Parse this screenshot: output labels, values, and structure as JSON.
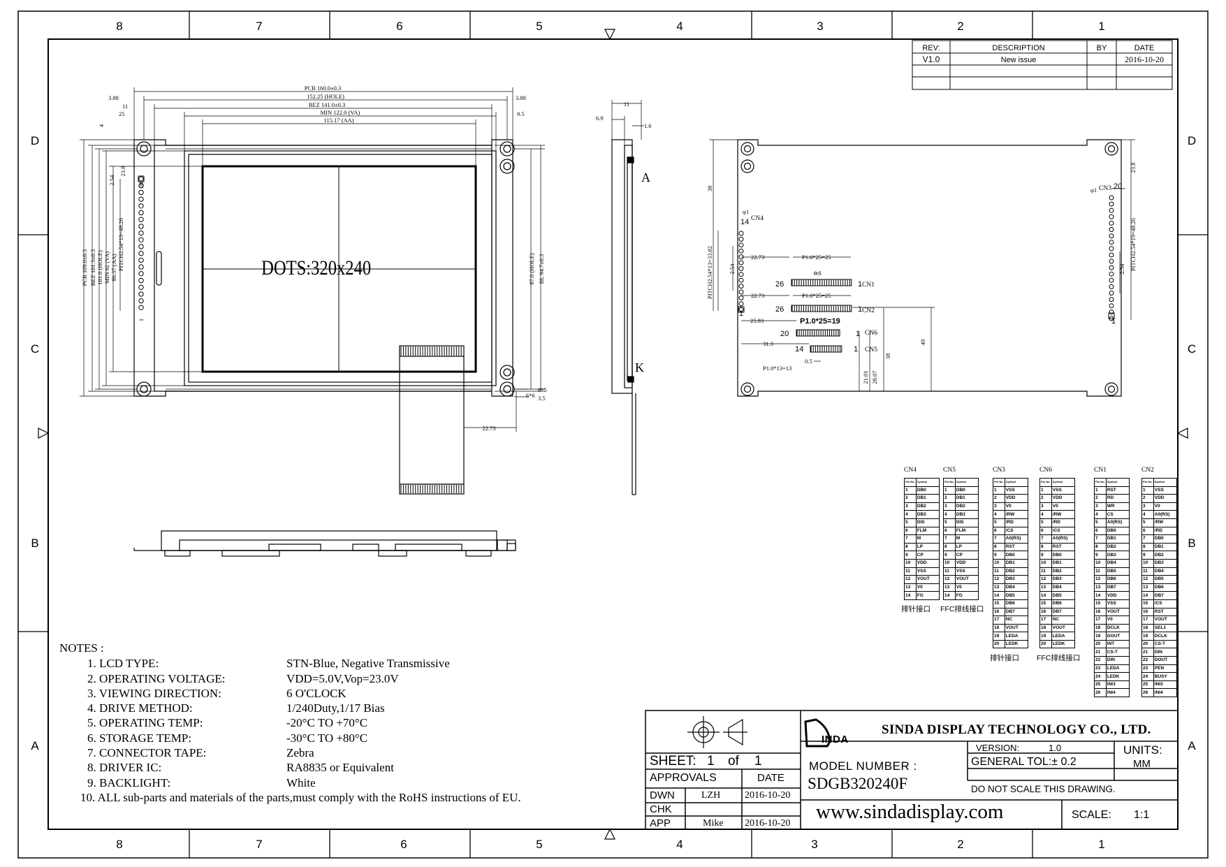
{
  "frame": {
    "cols_top": [
      "8",
      "7",
      "6",
      "5",
      "4",
      "3",
      "2",
      "1"
    ],
    "cols_bottom": [
      "8",
      "7",
      "6",
      "5",
      "4",
      "3",
      "2",
      "1"
    ],
    "rows": [
      "D",
      "C",
      "B",
      "A"
    ]
  },
  "revision": {
    "headers": [
      "REV:",
      "DESCRIPTION",
      "BY",
      "DATE"
    ],
    "rows": [
      [
        "V1.0",
        "New issue",
        "",
        "2016-10-20"
      ]
    ]
  },
  "front_view": {
    "dims_top": [
      "PCB 160.0±0.3",
      "152.25 (HOLE)",
      "BEZ 141.0±0.3",
      "MIN 122.0 (VA)",
      "115.17 (AA)"
    ],
    "dims_top_left": [
      "3.88",
      "11",
      "25"
    ],
    "dims_top_right": [
      "3.88",
      "9.5"
    ],
    "dims_left": [
      "PCB 109.0±0.3",
      "BEZ 101.3±0.3",
      "101.0 (HOLE)",
      "MIN 92 (VA)",
      "86.37 (AA)",
      "PITCH2.54*19=48.26"
    ],
    "dims_left_small": [
      "2.54",
      "23.8",
      "4",
      "1",
      "20"
    ],
    "dims_right": [
      "87.0 (HOLE)",
      "BL 94.7±0.3"
    ],
    "dims_bottom_right": [
      "6*5",
      "6*6",
      "3.5",
      "22.73"
    ],
    "dots_label": "DOTS:320x240"
  },
  "side_view": {
    "dims": [
      "11",
      "6.9",
      "1.6"
    ],
    "label_a": "A",
    "label_k": "K"
  },
  "back_view": {
    "cn3": "CN3",
    "cn4": "CN4",
    "cn1": "CN1",
    "cn2": "CN2",
    "cn6": "CN6",
    "cn5": "CN5",
    "pin_labels": [
      "20",
      "1",
      "14",
      "1",
      "26",
      "1",
      "26",
      "1",
      "20",
      "1",
      "14",
      "1"
    ],
    "dims": [
      "38",
      "23.8",
      "PITCH2.54*13=33.02",
      "2.54",
      "22.73",
      "P1.0*25=25",
      "0.5",
      "22.73",
      "P1.0*25=25",
      "P1.0*25=19",
      "25.93",
      "31.3",
      "0.5",
      "P1.0*13=13",
      "21.01",
      "28.07",
      "38",
      "49",
      "PITCH2.54*19=48.26",
      "2.54",
      "φ1",
      "φ1"
    ]
  },
  "pin_tables": [
    {
      "title": "CN4",
      "head": [
        "Pin No.",
        "Symbol"
      ],
      "rows": [
        [
          "1",
          "DB0"
        ],
        [
          "2",
          "DB1"
        ],
        [
          "3",
          "DB2"
        ],
        [
          "4",
          "DB3"
        ],
        [
          "5",
          "DIS"
        ],
        [
          "6",
          "FLM"
        ],
        [
          "7",
          "M"
        ],
        [
          "8",
          "LP"
        ],
        [
          "9",
          "CP"
        ],
        [
          "10",
          "VDD"
        ],
        [
          "11",
          "VSS"
        ],
        [
          "12",
          "VOUT"
        ],
        [
          "13",
          "V0"
        ],
        [
          "14",
          "FG"
        ]
      ],
      "foot": "排针接口"
    },
    {
      "title": "CN5",
      "head": [
        "Pin No.",
        "Symbol"
      ],
      "rows": [
        [
          "1",
          "DB0"
        ],
        [
          "2",
          "DB1"
        ],
        [
          "3",
          "DB2"
        ],
        [
          "4",
          "DB3"
        ],
        [
          "5",
          "DIS"
        ],
        [
          "6",
          "FLM"
        ],
        [
          "7",
          "M"
        ],
        [
          "8",
          "LP"
        ],
        [
          "9",
          "CP"
        ],
        [
          "10",
          "VDD"
        ],
        [
          "11",
          "VSS"
        ],
        [
          "12",
          "VOUT"
        ],
        [
          "13",
          "V0"
        ],
        [
          "14",
          "FG"
        ]
      ],
      "foot": "FFC排线接口"
    },
    {
      "title": "CN3",
      "head": [
        "Pin No.",
        "Symbol"
      ],
      "rows": [
        [
          "1",
          "VSS"
        ],
        [
          "2",
          "VDD"
        ],
        [
          "3",
          "V0"
        ],
        [
          "4",
          "/RW"
        ],
        [
          "5",
          "/RD"
        ],
        [
          "6",
          "/CS"
        ],
        [
          "7",
          "A0(RS)"
        ],
        [
          "8",
          "RST"
        ],
        [
          "9",
          "DB0"
        ],
        [
          "10",
          "DB1"
        ],
        [
          "11",
          "DB2"
        ],
        [
          "12",
          "DB3"
        ],
        [
          "13",
          "DB4"
        ],
        [
          "14",
          "DB5"
        ],
        [
          "15",
          "DB6"
        ],
        [
          "16",
          "DB7"
        ],
        [
          "17",
          "NC"
        ],
        [
          "18",
          "VOUT"
        ],
        [
          "19",
          "LEDA"
        ],
        [
          "20",
          "LEDK"
        ]
      ],
      "foot": "排针接口"
    },
    {
      "title": "CN6",
      "head": [
        "Pin No.",
        "Symbol"
      ],
      "rows": [
        [
          "1",
          "VSS"
        ],
        [
          "2",
          "VDD"
        ],
        [
          "3",
          "V0"
        ],
        [
          "4",
          "/RW"
        ],
        [
          "5",
          "/RD"
        ],
        [
          "6",
          "/CS"
        ],
        [
          "7",
          "A0(RS)"
        ],
        [
          "8",
          "RST"
        ],
        [
          "9",
          "DB0"
        ],
        [
          "10",
          "DB1"
        ],
        [
          "11",
          "DB2"
        ],
        [
          "12",
          "DB3"
        ],
        [
          "13",
          "DB4"
        ],
        [
          "14",
          "DB5"
        ],
        [
          "15",
          "DB6"
        ],
        [
          "16",
          "DB7"
        ],
        [
          "17",
          "NC"
        ],
        [
          "18",
          "VOUT"
        ],
        [
          "19",
          "LEDA"
        ],
        [
          "20",
          "LEDK"
        ]
      ],
      "foot": "FFC排线接口"
    },
    {
      "title": "CN1",
      "head": [
        "Pin No.",
        "Symbol"
      ],
      "rows": [
        [
          "1",
          "RST"
        ],
        [
          "2",
          "RD"
        ],
        [
          "3",
          "WR"
        ],
        [
          "4",
          "CS"
        ],
        [
          "5",
          "A0(RS)"
        ],
        [
          "6",
          "DB0"
        ],
        [
          "7",
          "DB1"
        ],
        [
          "8",
          "DB2"
        ],
        [
          "9",
          "DB3"
        ],
        [
          "10",
          "DB4"
        ],
        [
          "11",
          "DB5"
        ],
        [
          "12",
          "DB6"
        ],
        [
          "13",
          "DB7"
        ],
        [
          "14",
          "VDD"
        ],
        [
          "15",
          "VSS"
        ],
        [
          "16",
          "VOUT"
        ],
        [
          "17",
          "V0"
        ],
        [
          "18",
          "DCLK"
        ],
        [
          "19",
          "DOUT"
        ],
        [
          "20",
          "INT"
        ],
        [
          "21",
          "CS-T"
        ],
        [
          "22",
          "DIN"
        ],
        [
          "23",
          "LEDA"
        ],
        [
          "24",
          "LEDK"
        ],
        [
          "25",
          "INI3"
        ],
        [
          "26",
          "INI4"
        ]
      ],
      "foot": ""
    },
    {
      "title": "CN2",
      "head": [
        "Pin No.",
        "Symbol"
      ],
      "rows": [
        [
          "1",
          "VSS"
        ],
        [
          "2",
          "VDD"
        ],
        [
          "3",
          "V0"
        ],
        [
          "4",
          "A0(RS)"
        ],
        [
          "5",
          "/RW"
        ],
        [
          "6",
          "/RD"
        ],
        [
          "7",
          "DB0"
        ],
        [
          "8",
          "DB1"
        ],
        [
          "9",
          "DB2"
        ],
        [
          "10",
          "DB3"
        ],
        [
          "11",
          "DB4"
        ],
        [
          "12",
          "DB5"
        ],
        [
          "13",
          "DB6"
        ],
        [
          "14",
          "DB7"
        ],
        [
          "15",
          "/CS"
        ],
        [
          "16",
          "RST"
        ],
        [
          "17",
          "VOUT"
        ],
        [
          "18",
          "SEL1"
        ],
        [
          "19",
          "DCLK"
        ],
        [
          "20",
          "CS-T"
        ],
        [
          "21",
          "DIN"
        ],
        [
          "22",
          "DOUT"
        ],
        [
          "23",
          "PEN"
        ],
        [
          "24",
          "BUSY"
        ],
        [
          "25",
          "INI3"
        ],
        [
          "26",
          "INI4"
        ]
      ],
      "foot": ""
    }
  ],
  "notes": {
    "title": "NOTES :",
    "items": [
      {
        "label": "1. LCD TYPE:",
        "value": "STN-Blue, Negative Transmissive"
      },
      {
        "label": "2. OPERATING VOLTAGE:",
        "value": "VDD=5.0V,Vop=23.0V"
      },
      {
        "label": "3. VIEWING DIRECTION:",
        "value": "6 O'CLOCK"
      },
      {
        "label": "4. DRIVE METHOD:",
        "value": "1/240Duty,1/17 Bias"
      },
      {
        "label": "5. OPERATING TEMP:",
        "value": "-20°C TO +70°C"
      },
      {
        "label": "6. STORAGE TEMP:",
        "value": "-30°C TO +80°C"
      },
      {
        "label": "7. CONNECTOR TAPE:",
        "value": "Zebra"
      },
      {
        "label": "8. DRIVER IC:",
        "value": "RA8835 or Equivalent"
      },
      {
        "label": "9. BACKLIGHT:",
        "value": "White"
      }
    ],
    "last": "10. ALL sub-parts and materials of the parts,must comply with the RoHS instructions of EU."
  },
  "title_block": {
    "sheet_label": "SHEET:",
    "sheet_num": "1",
    "sheet_of": "of",
    "sheet_total": "1",
    "approvals": "APPROVALS",
    "date": "DATE",
    "dwn": "DWN",
    "dwn_name": "LZH",
    "dwn_date": "2016-10-20",
    "chk": "CHK",
    "app": "APP",
    "app_name": "Mike",
    "app_date": "2016-10-20",
    "logo": "INDA",
    "company": "SINDA DISPLAY TECHNOLOGY CO., LTD.",
    "model_label": "MODEL NUMBER :",
    "model": "SDGB320240F",
    "version_label": "VERSION:",
    "version": "1.0",
    "tol_label": "GENERAL TOL:± 0.2",
    "units_label": "UNITS:",
    "units": "MM",
    "no_scale": "DO NOT SCALE THIS DRAWING.",
    "website": "www.sindadisplay.com",
    "scale_label": "SCALE:",
    "scale": "1:1"
  }
}
